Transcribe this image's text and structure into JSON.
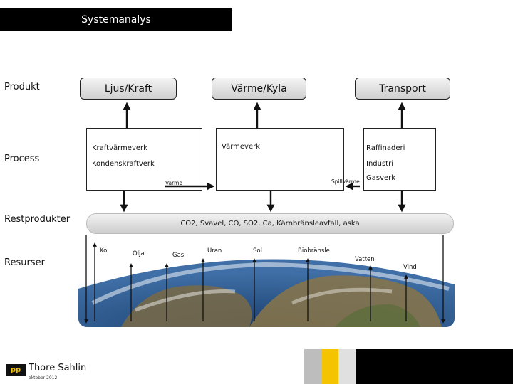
{
  "title": "Systemanalys",
  "rows": {
    "produkt": "Produkt",
    "process": "Process",
    "restprodukter": "Restprodukter",
    "resurser": "Resurser"
  },
  "products": {
    "ljus_kraft": "Ljus/Kraft",
    "varme_kyla": "Värme/Kyla",
    "transport": "Transport"
  },
  "processes": {
    "kraftvarmeverk": "Kraftvärmeverk",
    "kondenskraftverk": "Kondenskraftverk",
    "varmeverk": "Värmeverk",
    "raffinaderi": "Raffinaderi",
    "industri": "Industri",
    "gasverk": "Gasverk",
    "varme": "Värme",
    "spillvarme": "Spillvärme"
  },
  "restprodukter": "CO2, Svavel, CO, SO2,   Ca, Kärnbränsleavfall, aska",
  "resources": [
    "Kol",
    "Olja",
    "Gas",
    "Uran",
    "Sol",
    "Biobränsle",
    "Vatten",
    "Vind"
  ],
  "logo": {
    "mark": "pp",
    "name": "Thore Sahlin",
    "date": "oktober 2012"
  },
  "colors": {
    "accent_yellow": "#f5c400",
    "box_stroke": "#222222",
    "title_bg": "#000000"
  }
}
